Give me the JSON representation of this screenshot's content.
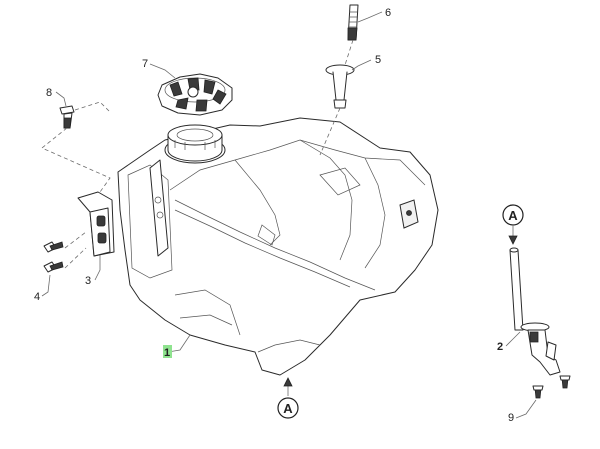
{
  "callouts": {
    "c1": "1",
    "c2": "2",
    "c3": "3",
    "c4": "4",
    "c5": "5",
    "c6": "6",
    "c7": "7",
    "c8": "8",
    "c9": "9"
  },
  "view_refs": {
    "tank": "A",
    "tap": "A"
  },
  "highlight_color": "#8fe38f"
}
